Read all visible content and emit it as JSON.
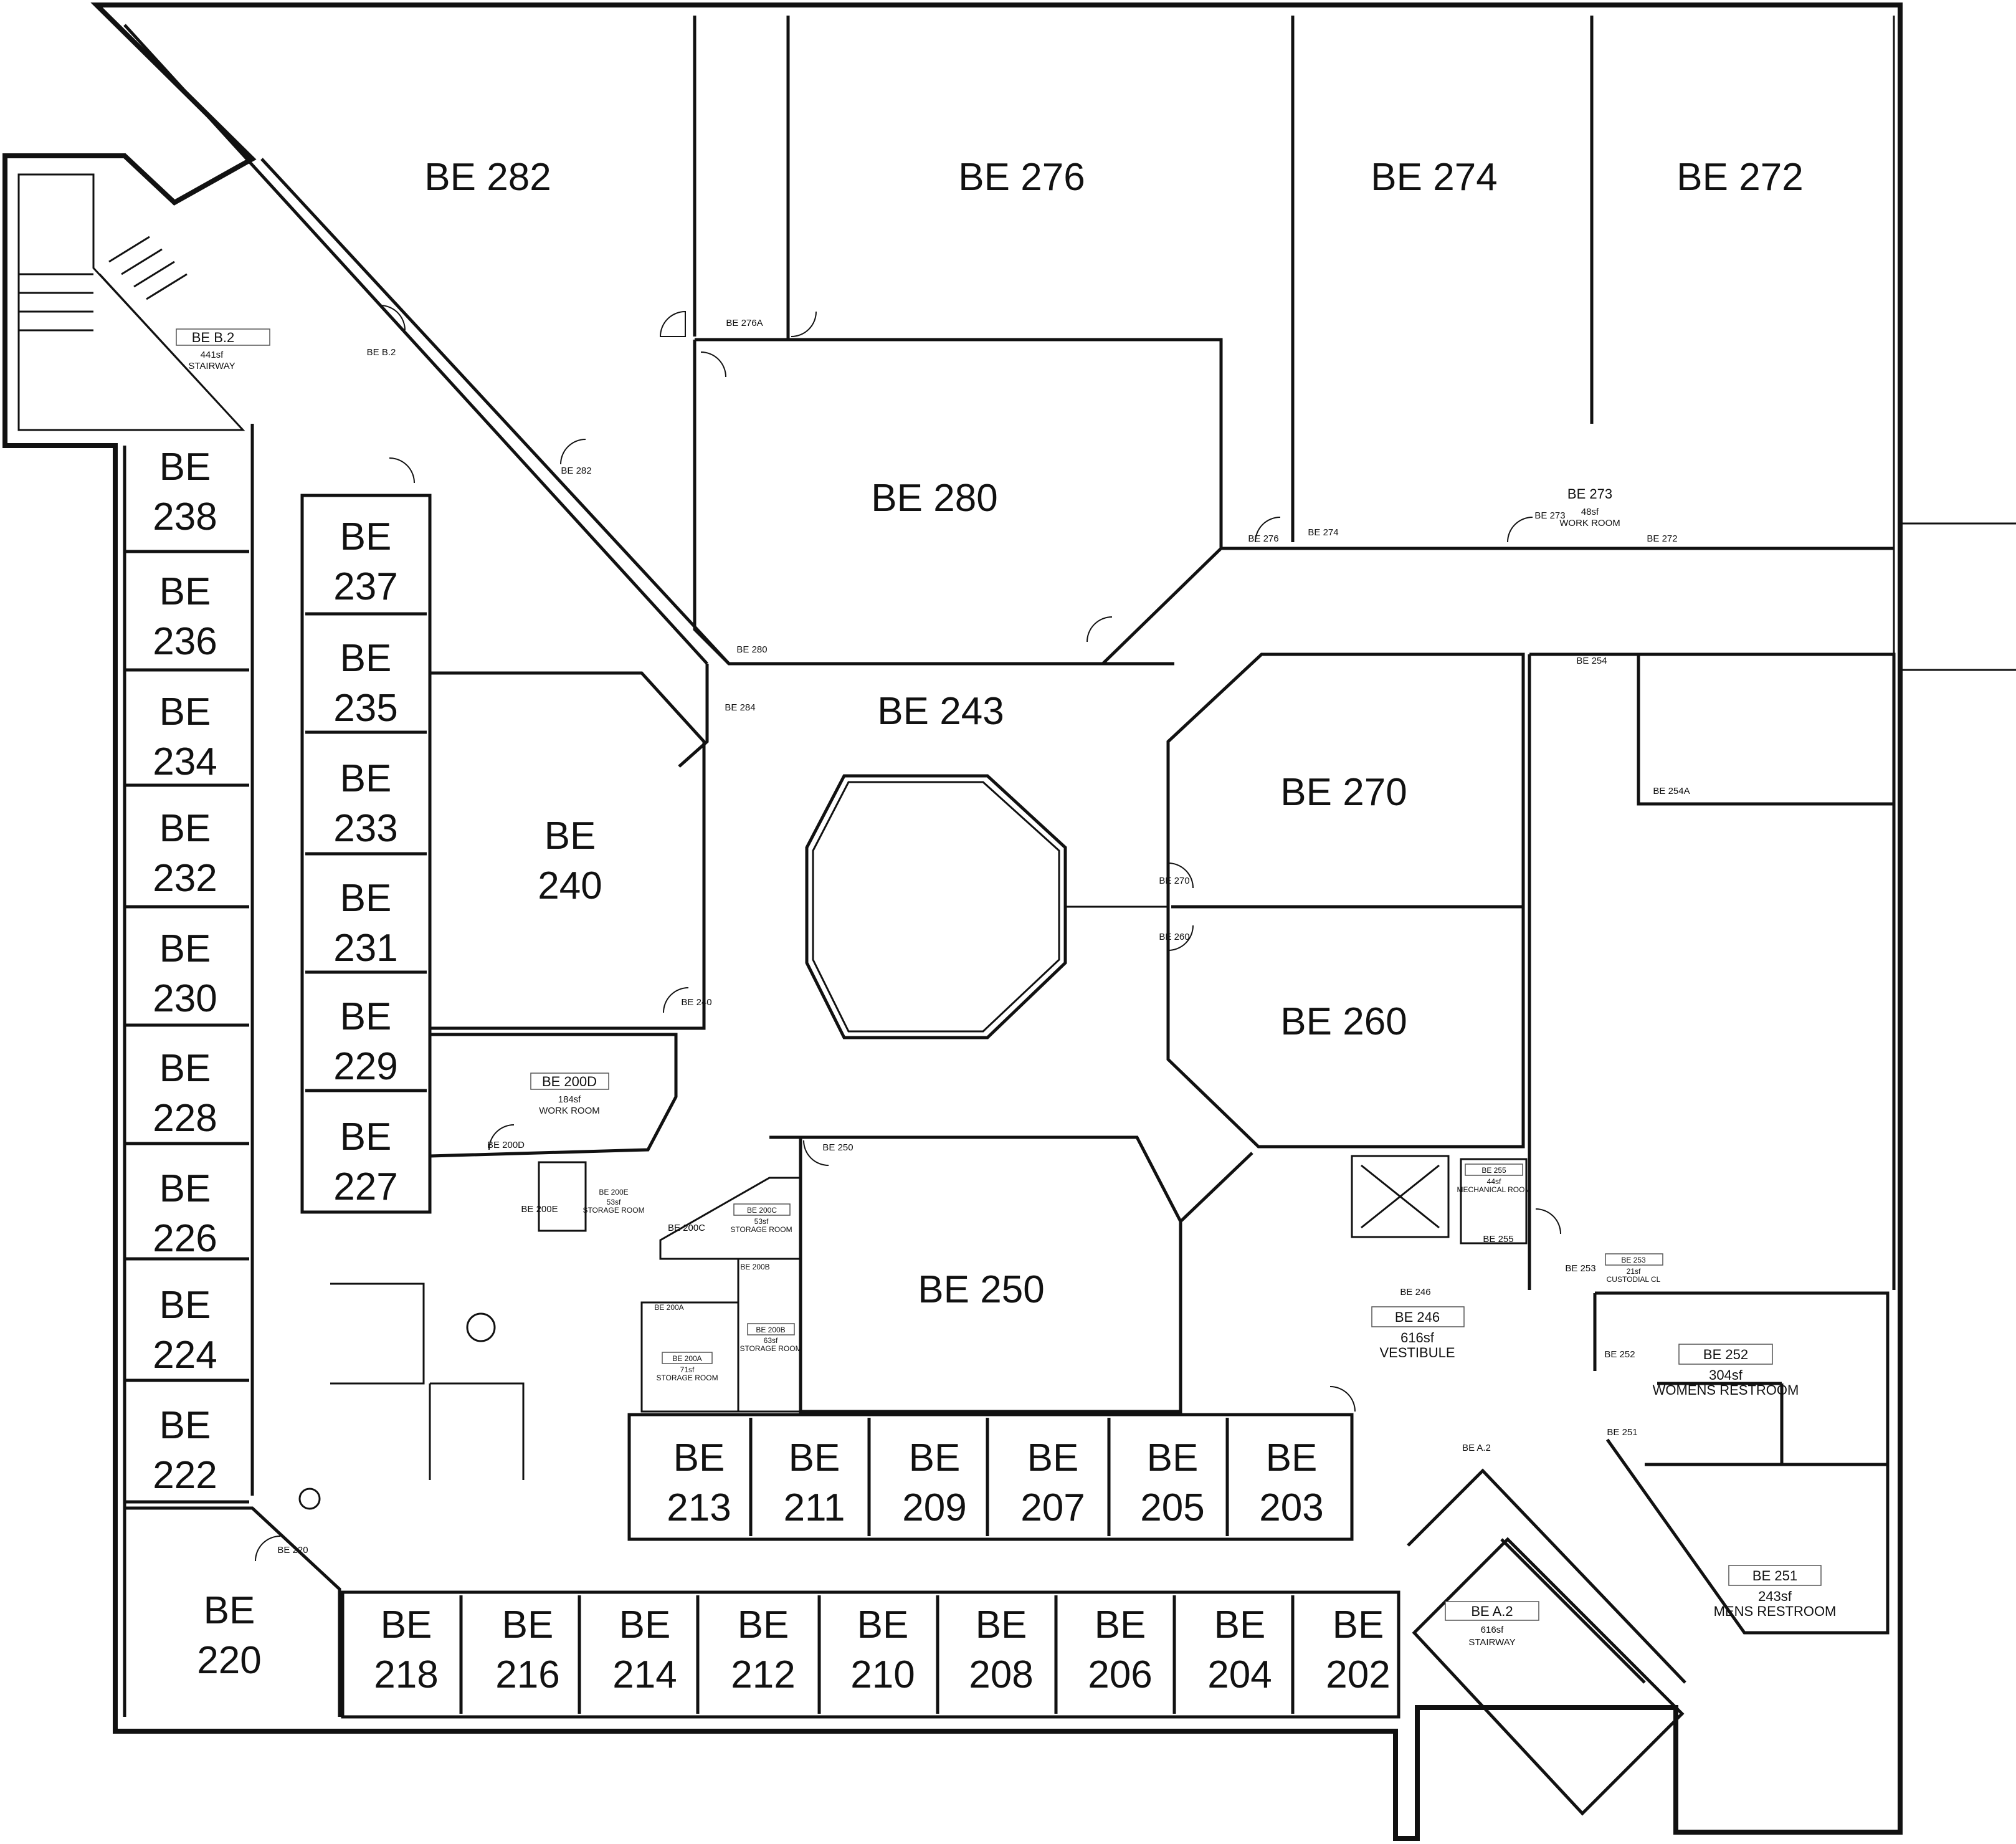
{
  "rooms": [
    {
      "id": "be-282",
      "lines": [
        "BE 282"
      ]
    },
    {
      "id": "be-276",
      "lines": [
        "BE 276"
      ]
    },
    {
      "id": "be-274",
      "lines": [
        "BE 274"
      ]
    },
    {
      "id": "be-272",
      "lines": [
        "BE 272"
      ]
    },
    {
      "id": "be-280",
      "lines": [
        "BE 280"
      ]
    },
    {
      "id": "be-243",
      "lines": [
        "BE 243"
      ]
    },
    {
      "id": "be-270",
      "lines": [
        "BE 270"
      ]
    },
    {
      "id": "be-260",
      "lines": [
        "BE 260"
      ]
    },
    {
      "id": "be-250",
      "lines": [
        "BE 250"
      ]
    },
    {
      "id": "be-240",
      "lines": [
        "BE",
        "240"
      ]
    },
    {
      "id": "be-238",
      "lines": [
        "BE",
        "238"
      ]
    },
    {
      "id": "be-236",
      "lines": [
        "BE",
        "236"
      ]
    },
    {
      "id": "be-234",
      "lines": [
        "BE",
        "234"
      ]
    },
    {
      "id": "be-232",
      "lines": [
        "BE",
        "232"
      ]
    },
    {
      "id": "be-230",
      "lines": [
        "BE",
        "230"
      ]
    },
    {
      "id": "be-228",
      "lines": [
        "BE",
        "228"
      ]
    },
    {
      "id": "be-226",
      "lines": [
        "BE",
        "226"
      ]
    },
    {
      "id": "be-224",
      "lines": [
        "BE",
        "224"
      ]
    },
    {
      "id": "be-222",
      "lines": [
        "BE",
        "222"
      ]
    },
    {
      "id": "be-237",
      "lines": [
        "BE",
        "237"
      ]
    },
    {
      "id": "be-235",
      "lines": [
        "BE",
        "235"
      ]
    },
    {
      "id": "be-233",
      "lines": [
        "BE",
        "233"
      ]
    },
    {
      "id": "be-231",
      "lines": [
        "BE",
        "231"
      ]
    },
    {
      "id": "be-229",
      "lines": [
        "BE",
        "229"
      ]
    },
    {
      "id": "be-227",
      "lines": [
        "BE",
        "227"
      ]
    },
    {
      "id": "be-220",
      "lines": [
        "BE",
        "220"
      ]
    },
    {
      "id": "be-218",
      "lines": [
        "BE",
        "218"
      ]
    },
    {
      "id": "be-216",
      "lines": [
        "BE",
        "216"
      ]
    },
    {
      "id": "be-214",
      "lines": [
        "BE",
        "214"
      ]
    },
    {
      "id": "be-212",
      "lines": [
        "BE",
        "212"
      ]
    },
    {
      "id": "be-210",
      "lines": [
        "BE",
        "210"
      ]
    },
    {
      "id": "be-208",
      "lines": [
        "BE",
        "208"
      ]
    },
    {
      "id": "be-206",
      "lines": [
        "BE",
        "206"
      ]
    },
    {
      "id": "be-204",
      "lines": [
        "BE",
        "204"
      ]
    },
    {
      "id": "be-202",
      "lines": [
        "BE",
        "202"
      ]
    },
    {
      "id": "be-213",
      "lines": [
        "BE",
        "213"
      ]
    },
    {
      "id": "be-211",
      "lines": [
        "BE",
        "211"
      ]
    },
    {
      "id": "be-209",
      "lines": [
        "BE",
        "209"
      ]
    },
    {
      "id": "be-207",
      "lines": [
        "BE",
        "207"
      ]
    },
    {
      "id": "be-205",
      "lines": [
        "BE",
        "205"
      ]
    },
    {
      "id": "be-203",
      "lines": [
        "BE",
        "203"
      ]
    }
  ],
  "tagged_rooms": [
    {
      "id": "be-b2",
      "tag": "BE B.2",
      "lines": [
        "441sf",
        "STAIRWAY"
      ]
    },
    {
      "id": "be-200d",
      "tag": "BE 200D",
      "lines": [
        "184sf",
        "WORK ROOM"
      ]
    },
    {
      "id": "be-246",
      "tag": "BE 246",
      "lines": [
        "616sf",
        "VESTIBULE"
      ]
    },
    {
      "id": "be-252",
      "tag": "BE 252",
      "lines": [
        "304sf",
        "WOMENS RESTROOM"
      ]
    },
    {
      "id": "be-251",
      "tag": "BE 251",
      "lines": [
        "243sf",
        "MENS RESTROOM"
      ]
    },
    {
      "id": "be-a2",
      "tag": "BE A.2",
      "lines": [
        "616sf",
        "STAIRWAY"
      ]
    },
    {
      "id": "be-273",
      "tag": "BE 273",
      "lines": [
        "48sf",
        "WORK ROOM"
      ]
    },
    {
      "id": "be-255",
      "tag": "BE 255",
      "lines": [
        "44sf",
        "MECHANICAL ROOM"
      ]
    },
    {
      "id": "be-253",
      "tag": "BE 253",
      "lines": [
        "21sf",
        "CUSTODIAL CL"
      ]
    },
    {
      "id": "be-200c",
      "tag": "BE 200C",
      "lines": [
        "53sf",
        "STORAGE ROOM"
      ]
    },
    {
      "id": "be-200e",
      "tag": "BE 200E",
      "lines": [
        "53sf",
        "STORAGE ROOM"
      ]
    },
    {
      "id": "be-200a",
      "tag": "BE 200A",
      "lines": [
        "71sf",
        "STORAGE ROOM"
      ]
    },
    {
      "id": "be-200b",
      "tag": "BE 200B",
      "lines": [
        "63sf",
        "STORAGE ROOM"
      ]
    }
  ],
  "door_labels": [
    {
      "id": "d-276a",
      "text": "BE 276A"
    },
    {
      "id": "d-b2",
      "text": "BE B.2"
    },
    {
      "id": "d-282",
      "text": "BE 282"
    },
    {
      "id": "d-280",
      "text": "BE 280"
    },
    {
      "id": "d-284",
      "text": "BE 284"
    },
    {
      "id": "d-276",
      "text": "BE 276"
    },
    {
      "id": "d-274",
      "text": "BE 274"
    },
    {
      "id": "d-273",
      "text": "BE 273"
    },
    {
      "id": "d-272",
      "text": "BE 272"
    },
    {
      "id": "d-254",
      "text": "BE 254"
    },
    {
      "id": "d-254a",
      "text": "BE 254A"
    },
    {
      "id": "d-270",
      "text": "BE 270"
    },
    {
      "id": "d-260",
      "text": "BE 260"
    },
    {
      "id": "d-240",
      "text": "BE 240"
    },
    {
      "id": "d-200d",
      "text": "BE 200D"
    },
    {
      "id": "d-200e",
      "text": "BE 200E"
    },
    {
      "id": "d-200c",
      "text": "BE 200C"
    },
    {
      "id": "d-200b",
      "text": "BE 200B"
    },
    {
      "id": "d-200a",
      "text": "BE 200A"
    },
    {
      "id": "d-250",
      "text": "BE 250"
    },
    {
      "id": "d-255",
      "text": "BE 255"
    },
    {
      "id": "d-253",
      "text": "BE 253"
    },
    {
      "id": "d-246",
      "text": "BE 246"
    },
    {
      "id": "d-252",
      "text": "BE 252"
    },
    {
      "id": "d-251",
      "text": "BE 251"
    },
    {
      "id": "d-a2",
      "text": "BE A.2"
    },
    {
      "id": "d-220",
      "text": "BE 220"
    }
  ]
}
